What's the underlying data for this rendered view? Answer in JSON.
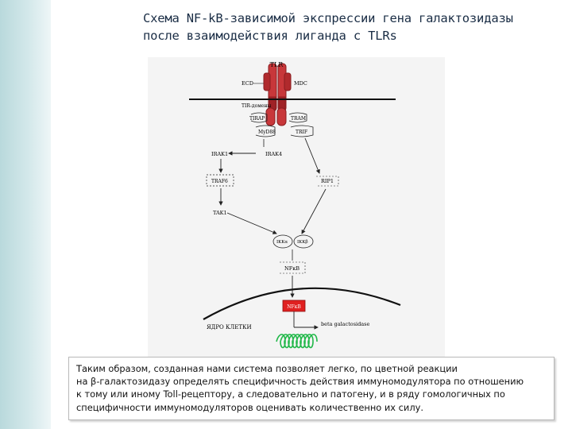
{
  "slide": {
    "title_lines": [
      "Схема NF-kB-зависимой экспрессии гена галактозидазы",
      "после взаимодействия лиганда с TLRs"
    ],
    "caption_lines": [
      "Таким образом, созданная нами система позволяет легко, по цветной реакции",
      " на β-галактозидазу определять специфичность действия иммуномодулятора по отношению",
      " к тому или иному Toll-рецептору, а следовательно и патогену, и в ряду гомологичных по",
      " специфичности иммуномодуляторов оценивать количественно их силу."
    ]
  },
  "diagram": {
    "labels": {
      "tlr": "TLR",
      "ecd": "ECD",
      "mdc": "MDC",
      "tir_domain": "TIR-домены",
      "tirap": "TIRAP",
      "tram": "TRAM",
      "myd88": "MyD88",
      "trif": "TRIF",
      "irak1": "IRAK1",
      "irak4": "IRAK4",
      "traf6": "TRAF6",
      "rip1": "RIP1",
      "tak1": "TAK1",
      "ikka": "IKKα",
      "ikkb": "IKKβ",
      "nfkb": "NFκB",
      "nfkb_site": "NFκB",
      "nucleus": "ЯДРО КЛЕТКИ",
      "gene": "beta galactosidase"
    },
    "colors": {
      "receptor": "#c8373a",
      "receptor_dark": "#8a1d20",
      "nfkb_site": "#e02020",
      "gene_coil": "#22b84a",
      "line": "#222222",
      "background": "#f4f4f4"
    }
  }
}
